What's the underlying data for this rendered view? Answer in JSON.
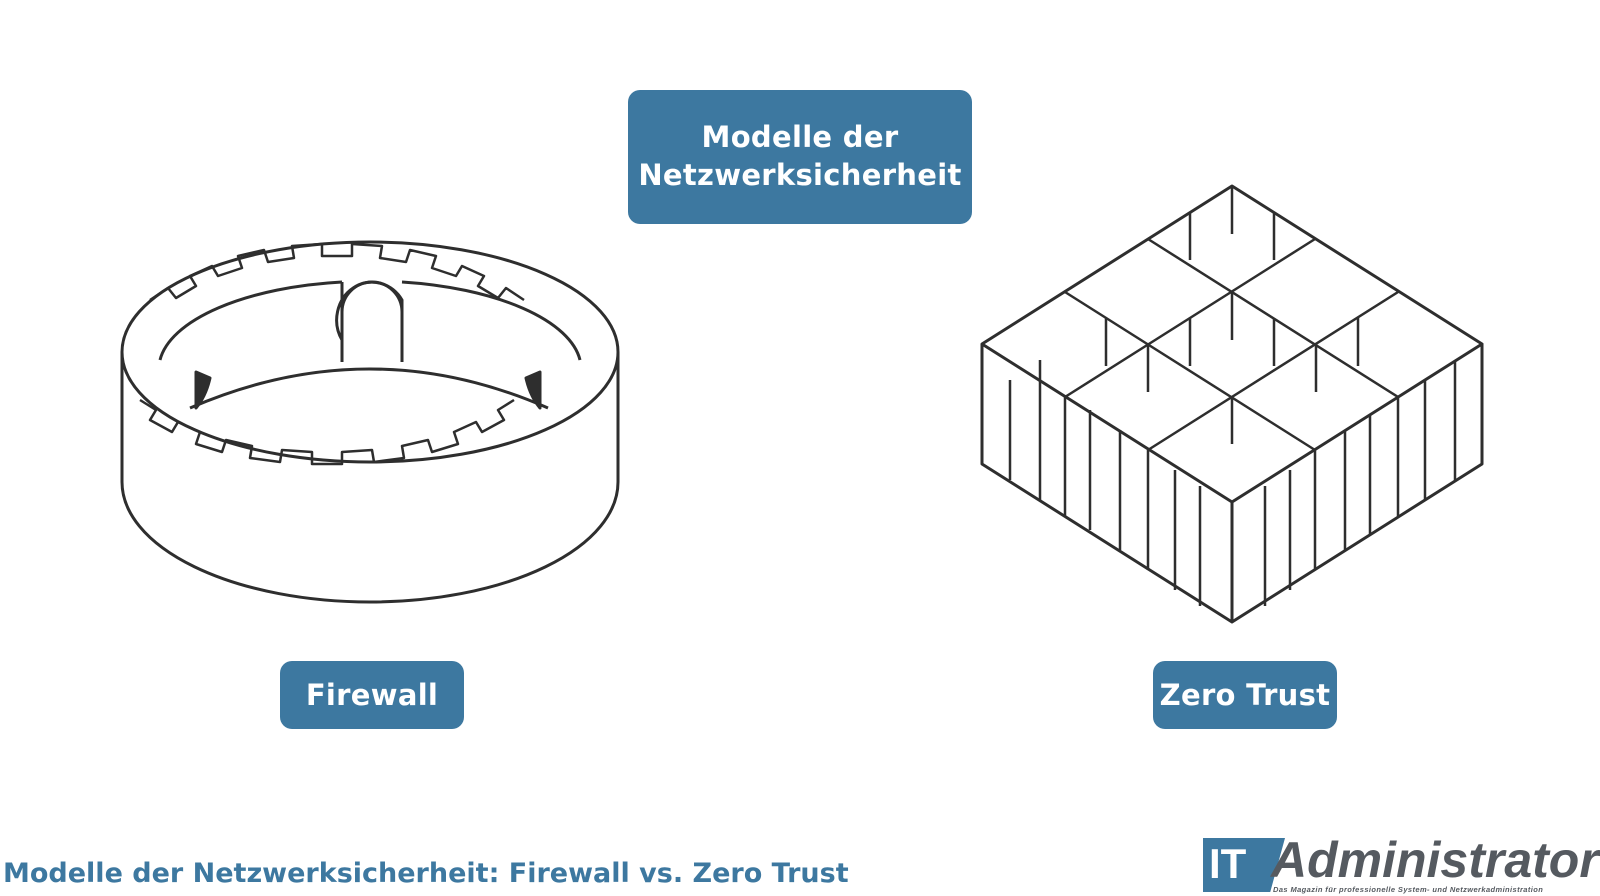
{
  "title_lines": [
    "Modelle der",
    "Netzwerksicherheit"
  ],
  "left_label": "Firewall",
  "right_label": "Zero Trust",
  "caption": "Modelle der Netzwerksicherheit: Firewall vs. Zero Trust",
  "logo": {
    "it": "IT",
    "name": "Administrator",
    "tagline": "Das Magazin für professionelle System- und Netzwerkadministration"
  },
  "colors": {
    "accent": "#3d78a0",
    "line": "#2e2e2e",
    "logo_grey": "#555a60"
  }
}
